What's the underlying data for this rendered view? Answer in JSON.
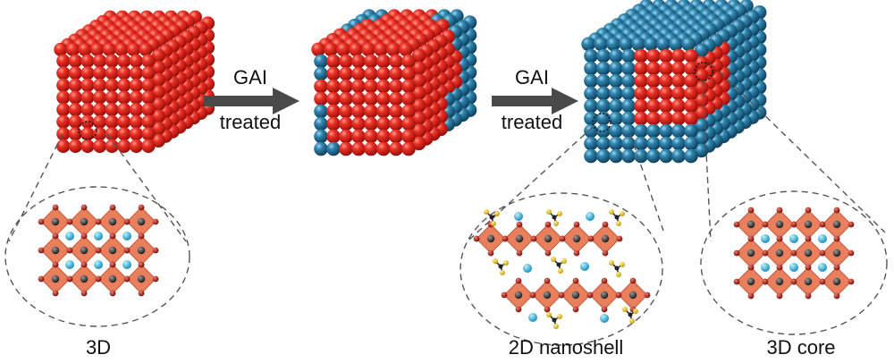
{
  "arrows": [
    {
      "reagent": "GAI",
      "action": "treated"
    },
    {
      "reagent": "GAI",
      "action": "treated"
    }
  ],
  "structures": [
    {
      "label": "3D"
    },
    {
      "label": "2D nanoshell"
    },
    {
      "label": "3D core"
    }
  ],
  "colors": {
    "core_sphere": "#e0241f",
    "shell_sphere": "#2a7ea6",
    "octahedron": "#ea7f5e",
    "halide": "#b3261e",
    "metal": "#3b3b3b",
    "cation": "#38b8e0",
    "ligand_end": "#e8c41a",
    "dashed": "#555555"
  }
}
